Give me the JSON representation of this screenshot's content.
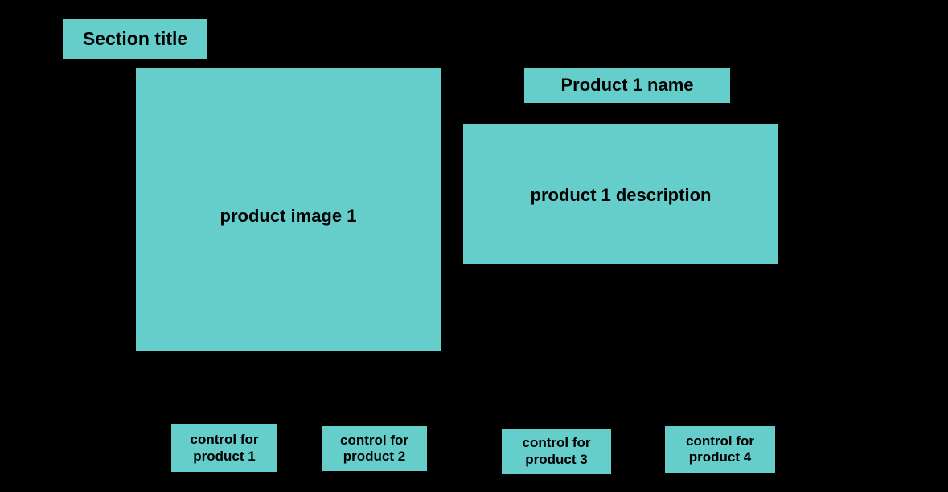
{
  "theme": {
    "background_color": "#000000",
    "block_color": "#65CECA",
    "text_color": "#000000"
  },
  "section": {
    "title": "Section title"
  },
  "product": {
    "image_placeholder_label": "product image 1",
    "name_label": "Product 1 name",
    "description_label": "product 1 description"
  },
  "controls": {
    "items": [
      {
        "label": "control for\nproduct 1"
      },
      {
        "label": "control for\nproduct 2"
      },
      {
        "label": "control for\nproduct 3"
      },
      {
        "label": "control for\nproduct 4"
      }
    ]
  }
}
